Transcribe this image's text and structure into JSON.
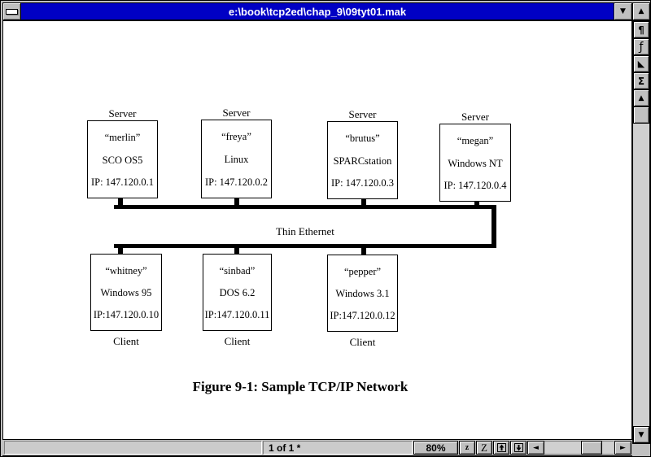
{
  "window": {
    "title": "e:\\book\\tcp2ed\\chap_9\\09tyt01.mak"
  },
  "colors": {
    "titlebar_blue": "#0000C4",
    "chrome_gray": "#C0C0C0",
    "canvas_white": "#FFFFFF",
    "line_black": "#000000"
  },
  "icons": {
    "minimize": "▼",
    "maximize": "▲",
    "scroll_up": "▲",
    "scroll_down": "▼",
    "scroll_left": "◄",
    "scroll_right": "►"
  },
  "side_toolbar": {
    "buttons": [
      {
        "name": "pilcrow",
        "glyph": "¶"
      },
      {
        "name": "function-f",
        "glyph": "ƒ"
      },
      {
        "name": "triangle",
        "glyph": "◣"
      },
      {
        "name": "sigma",
        "glyph": "Σ"
      }
    ]
  },
  "status_bar": {
    "message": "",
    "page_indicator": "1 of 1 *",
    "zoom_level": "80%",
    "zoom_out_label": "z",
    "zoom_in_label": "Z"
  },
  "diagram": {
    "bus_label": "Thin Ethernet",
    "caption": "Figure 9-1: Sample TCP/IP Network",
    "servers": [
      {
        "role": "Server",
        "name": "“merlin”",
        "os": "SCO OS5",
        "ip": "IP:  147.120.0.1"
      },
      {
        "role": "Server",
        "name": "“freya”",
        "os": "Linux",
        "ip": "IP:  147.120.0.2"
      },
      {
        "role": "Server",
        "name": "“brutus”",
        "os": "SPARCstation",
        "ip": "IP:  147.120.0.3"
      },
      {
        "role": "Server",
        "name": "“megan”",
        "os": "Windows NT",
        "ip": "IP:  147.120.0.4"
      }
    ],
    "clients": [
      {
        "role": "Client",
        "name": "“whitney”",
        "os": "Windows 95",
        "ip": "IP:147.120.0.10"
      },
      {
        "role": "Client",
        "name": "“sinbad”",
        "os": "DOS 6.2",
        "ip": "IP:147.120.0.11"
      },
      {
        "role": "Client",
        "name": "“pepper”",
        "os": "Windows 3.1",
        "ip": "IP:147.120.0.12"
      }
    ]
  }
}
